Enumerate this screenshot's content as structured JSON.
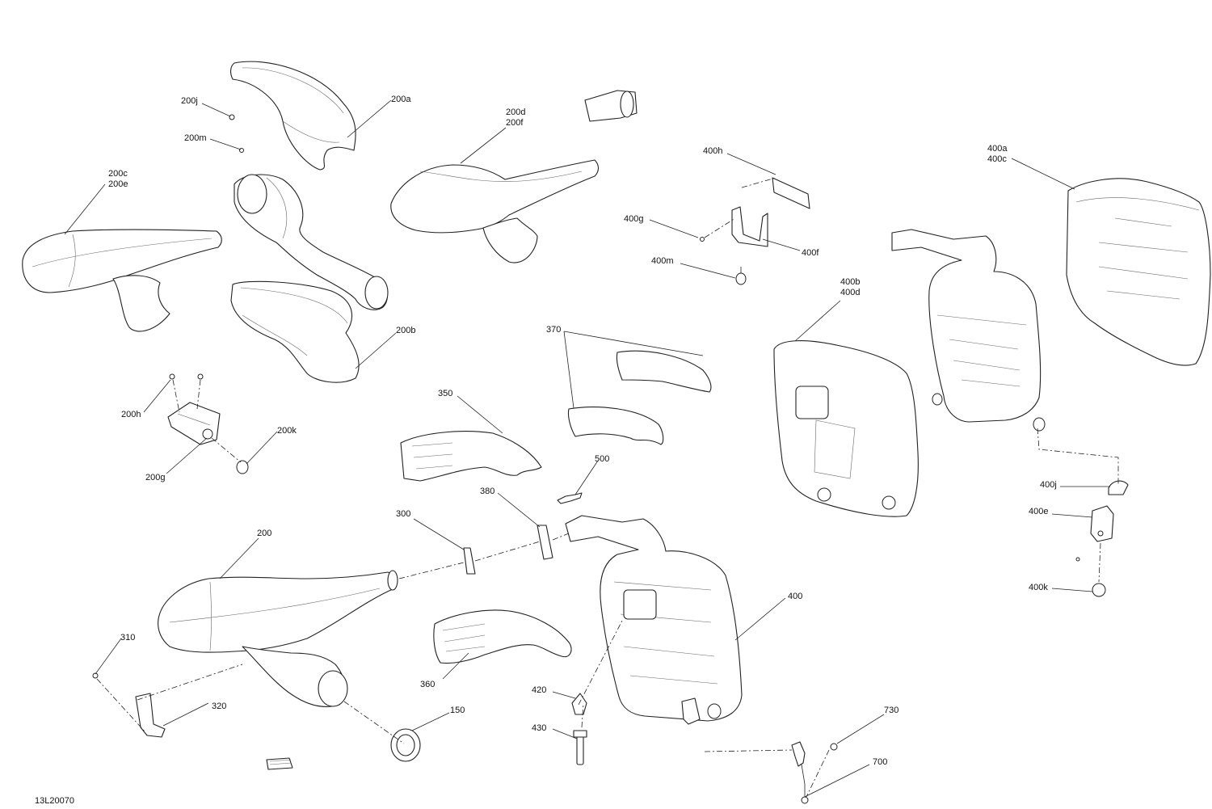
{
  "diagram": {
    "drawing_code": "13L20070",
    "callouts": [
      {
        "id": "200j",
        "text": "200j"
      },
      {
        "id": "200m",
        "text": "200m"
      },
      {
        "id": "200a",
        "text": "200a"
      },
      {
        "id": "200c",
        "text": "200c"
      },
      {
        "id": "200e",
        "text": "200e"
      },
      {
        "id": "200b",
        "text": "200b"
      },
      {
        "id": "200h",
        "text": "200h"
      },
      {
        "id": "200g",
        "text": "200g"
      },
      {
        "id": "200k",
        "text": "200k"
      },
      {
        "id": "200d",
        "text": "200d"
      },
      {
        "id": "200f",
        "text": "200f"
      },
      {
        "id": "350",
        "text": "350"
      },
      {
        "id": "370",
        "text": "370"
      },
      {
        "id": "500",
        "text": "500"
      },
      {
        "id": "380",
        "text": "380"
      },
      {
        "id": "300",
        "text": "300"
      },
      {
        "id": "200",
        "text": "200"
      },
      {
        "id": "310",
        "text": "310"
      },
      {
        "id": "320",
        "text": "320"
      },
      {
        "id": "360",
        "text": "360"
      },
      {
        "id": "150",
        "text": "150"
      },
      {
        "id": "420",
        "text": "420"
      },
      {
        "id": "430",
        "text": "430"
      },
      {
        "id": "400",
        "text": "400"
      },
      {
        "id": "400h",
        "text": "400h"
      },
      {
        "id": "400g",
        "text": "400g"
      },
      {
        "id": "400m",
        "text": "400m"
      },
      {
        "id": "400f",
        "text": "400f"
      },
      {
        "id": "400b",
        "text": "400b"
      },
      {
        "id": "400d",
        "text": "400d"
      },
      {
        "id": "400a",
        "text": "400a"
      },
      {
        "id": "400c",
        "text": "400c"
      },
      {
        "id": "400j",
        "text": "400j"
      },
      {
        "id": "400e",
        "text": "400e"
      },
      {
        "id": "400k",
        "text": "400k"
      },
      {
        "id": "730",
        "text": "730"
      },
      {
        "id": "700",
        "text": "700"
      }
    ]
  }
}
